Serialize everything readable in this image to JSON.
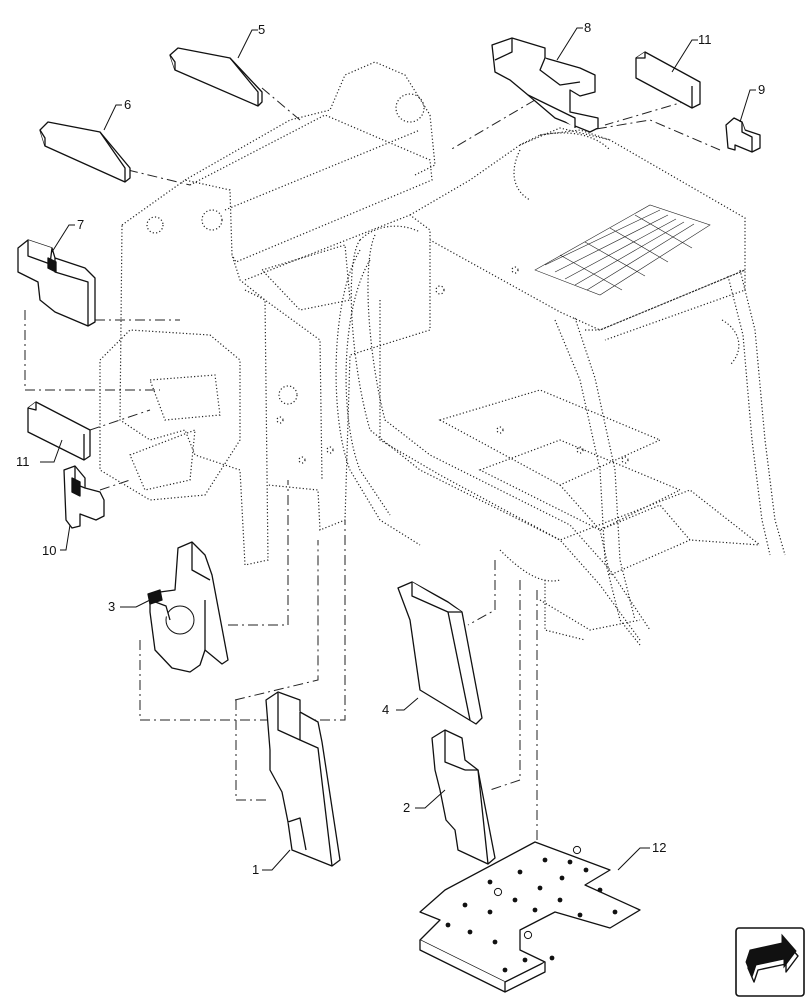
{
  "callouts": [
    {
      "id": "c1",
      "label": "1"
    },
    {
      "id": "c2",
      "label": "2"
    },
    {
      "id": "c3",
      "label": "3"
    },
    {
      "id": "c4",
      "label": "4"
    },
    {
      "id": "c5",
      "label": "5"
    },
    {
      "id": "c6",
      "label": "6"
    },
    {
      "id": "c7",
      "label": "7"
    },
    {
      "id": "c8",
      "label": "8"
    },
    {
      "id": "c9",
      "label": "9"
    },
    {
      "id": "c10",
      "label": "10"
    },
    {
      "id": "c11a",
      "label": "11"
    },
    {
      "id": "c11b",
      "label": "11"
    },
    {
      "id": "c12",
      "label": "12"
    }
  ],
  "icons": {
    "next_page": "next-page-arrow-icon"
  }
}
